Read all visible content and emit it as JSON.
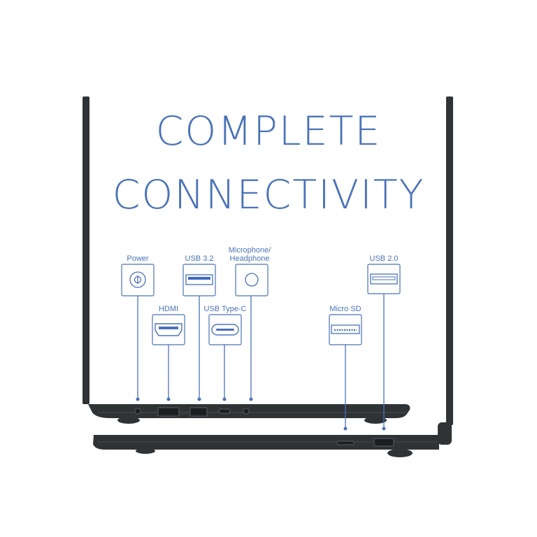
{
  "headline": {
    "line1": "COMPLETE",
    "line2": "CONNECTIVITY",
    "color": "#4a72b8"
  },
  "laptop": {
    "body_color": "#2f3336",
    "edge_color": "#45494c"
  },
  "ports": {
    "power": {
      "label": "Power",
      "icon": "power-dc-icon"
    },
    "usb32": {
      "label": "USB 3.2",
      "icon": "usb-a-superspeed-icon"
    },
    "audio": {
      "label_line1": "Microphone/",
      "label_line2": "Headphone",
      "icon": "audio-jack-icon"
    },
    "hdmi": {
      "label": "HDMI",
      "icon": "hdmi-icon"
    },
    "usbc": {
      "label": "USB Type-C",
      "icon": "usb-c-icon"
    },
    "microsd": {
      "label": "Micro SD",
      "icon": "microsd-icon"
    },
    "usb20": {
      "label": "USB 2.0",
      "icon": "usb-a-icon"
    }
  }
}
